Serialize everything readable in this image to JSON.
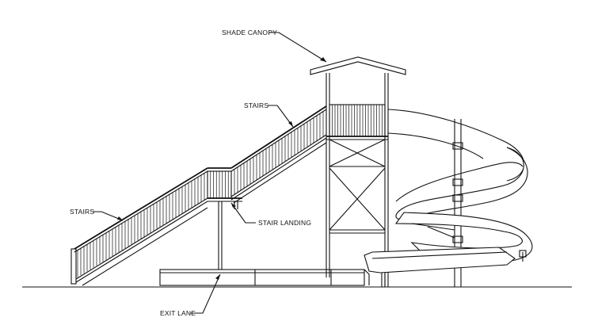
{
  "labels": {
    "shade_canopy": "SHADE CANOPY",
    "stairs_upper": "STAIRS",
    "stairs_lower": "STAIRS",
    "stair_landing": "STAIR LANDING",
    "exit_lane": "EXIT LANE"
  }
}
